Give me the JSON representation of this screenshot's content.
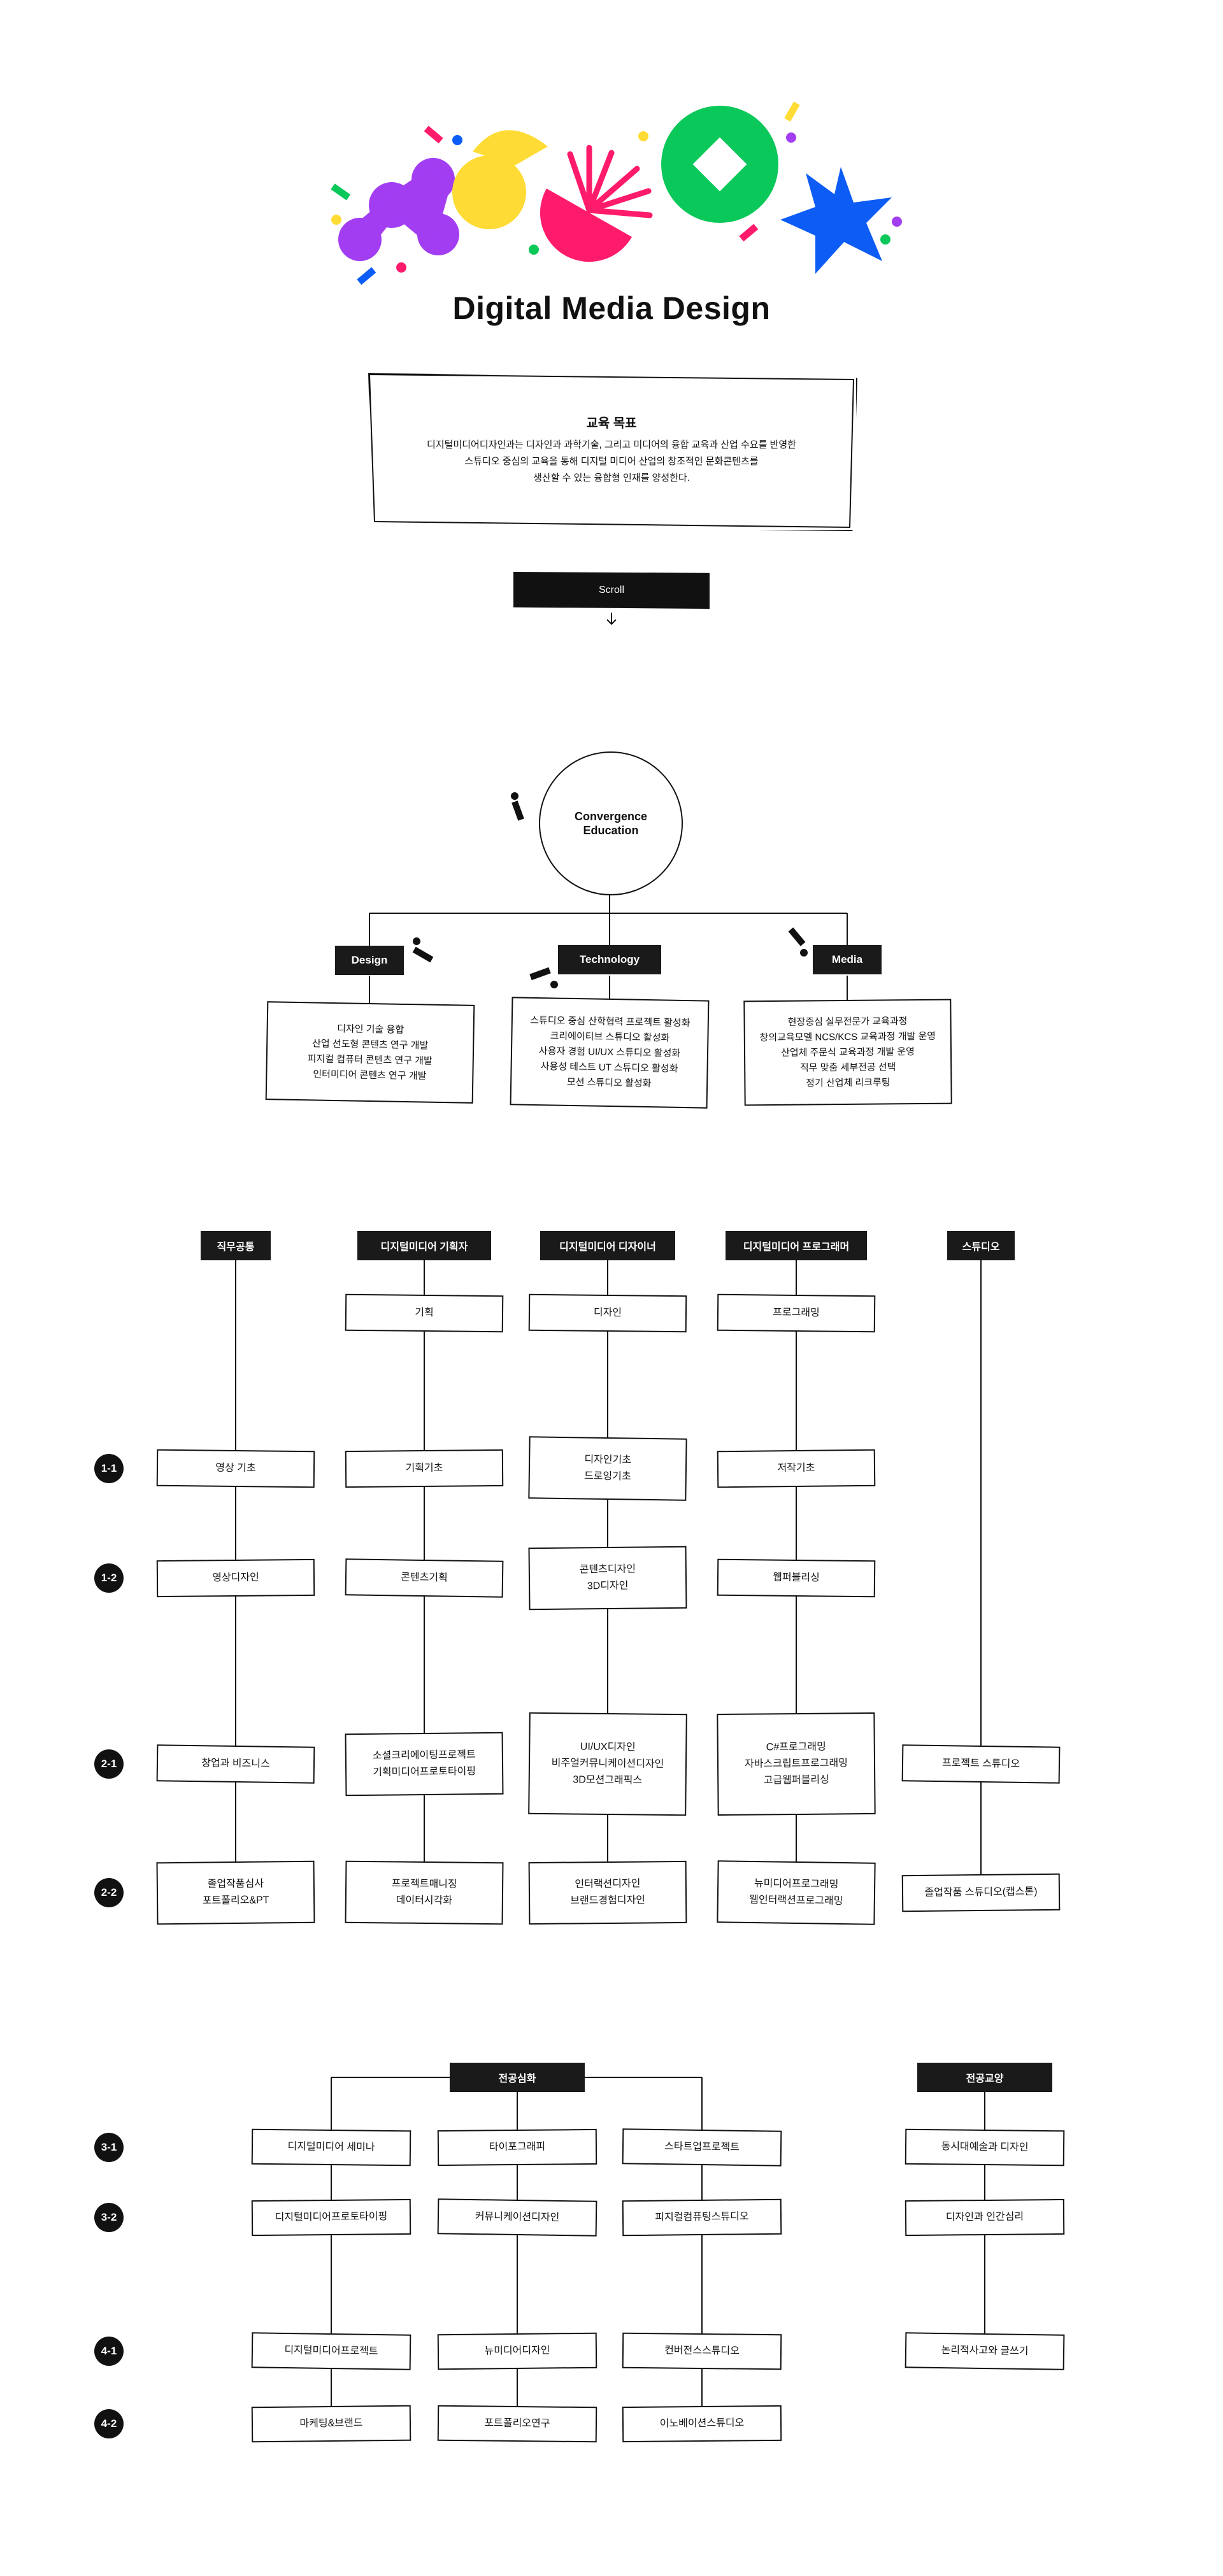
{
  "hero": {
    "title": "Digital Media Design",
    "goal": {
      "title": "교육 목표",
      "lines": [
        "디지털미디어디자인과는 디자인과 과학기술, 그리고 미디어의 융합 교육과 산업 수요를 반영한",
        "스튜디오 중심의 교육을 통해 디지털 미디어 산업의 창조적인 문화콘텐츠를",
        "생산할 수 있는 융합형 인재를 양성한다."
      ]
    },
    "scroll_label": "Scroll",
    "shape_colors": [
      "#a23df2",
      "#ffdc35",
      "#ff1b6b",
      "#0bc85a",
      "#0c5cf5"
    ]
  },
  "convergence": {
    "center": [
      "Convergence",
      "Education"
    ],
    "branches": [
      {
        "label": "Design",
        "items": [
          "디자인 기술 융합",
          "산업 선도형 콘텐츠 연구 개발",
          "피지컬 컴퓨터 콘텐츠 연구 개발",
          "인터미디어 콘텐츠 연구 개발"
        ]
      },
      {
        "label": "Technology",
        "items": [
          "스튜디오 중심 산학협력 프로젝트 활성화",
          "크리에이티브 스튜디오 활성화",
          "사용자 경험 UI/UX 스튜디오 활성화",
          "사용성 테스트 UT 스튜디오 활성화",
          "모션 스튜디오 활성화"
        ]
      },
      {
        "label": "Media",
        "items": [
          "현장중심 실무전문가 교육과정",
          "창의교육모델 NCS/KCS 교육과정 개발 운영",
          "산업체 주문식 교육과정 개발 운영",
          "직무 맞춤 세부전공 선택",
          "정기 산업체 리크루팅"
        ]
      }
    ]
  },
  "curriculum": {
    "semesters": [
      "1-1",
      "1-2",
      "2-1",
      "2-2"
    ],
    "tracks": [
      {
        "label": "직무공통",
        "top": "",
        "cells": [
          "영상 기초",
          "영상디자인",
          "창업과 비즈니스",
          "졸업작품심사\n포트폴리오&PT"
        ]
      },
      {
        "label": "디지털미디어 기획자",
        "top": "기획",
        "cells": [
          "기획기초",
          "콘텐츠기획",
          "소셜크리에이팅프로젝트\n기획미디어프로토타이핑",
          "프로젝트매니징\n데이터시각화"
        ]
      },
      {
        "label": "디지털미디어 디자이너",
        "top": "디자인",
        "cells": [
          "디자인기초\n드로잉기초",
          "콘텐츠디자인\n3D디자인",
          "UI/UX디자인\n비주얼커뮤니케이션디자인\n3D모션그래픽스",
          "인터랙션디자인\n브랜드경험디자인"
        ]
      },
      {
        "label": "디지털미디어 프로그래머",
        "top": "프로그래밍",
        "cells": [
          "저작기초",
          "웹퍼블리싱",
          "C#프로그래밍\n자바스크립트프로그래밍\n고급웹퍼블리싱",
          "뉴미디어프로그래밍\n웹인터랙션프로그래밍"
        ]
      },
      {
        "label": "스튜디오",
        "top": "",
        "cells": [
          "",
          "",
          "프로젝트 스튜디오",
          "졸업작품 스튜디오(캡스톤)"
        ]
      }
    ]
  },
  "advanced": {
    "semesters": [
      "3-1",
      "3-2",
      "4-1",
      "4-2"
    ],
    "major": {
      "label": "전공심화",
      "columns": [
        [
          "디지털미디어 세미나",
          "디지털미디어프로토타이핑",
          "디지털미디어프로젝트",
          "마케팅&브랜드"
        ],
        [
          "타이포그래피",
          "커뮤니케이션디자인",
          "뉴미디어디자인",
          "포트폴리오연구"
        ],
        [
          "스타트업프로젝트",
          "피지컬컴퓨팅스튜디오",
          "컨버전스스튜디오",
          "이노베이션스튜디오"
        ]
      ]
    },
    "liberal": {
      "label": "전공교양",
      "cells": [
        "동시대예술과 디자인",
        "디자인과 인간심리",
        "논리적사고와 글쓰기"
      ]
    }
  }
}
